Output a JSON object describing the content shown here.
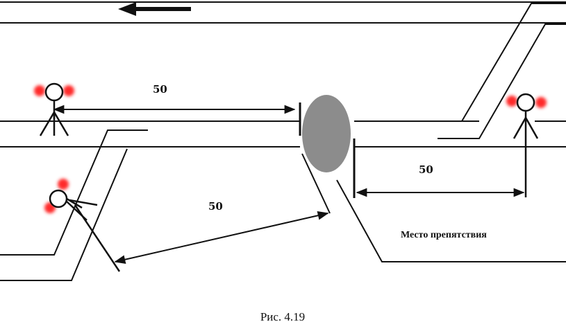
{
  "diagram": {
    "distance_left": "50",
    "distance_lower": "50",
    "distance_right": "50",
    "obstacle_label": "Место препятствия",
    "caption": "Рис. 4.19",
    "colors": {
      "line": "#111111",
      "lamp": "#ff2a2a",
      "obstacle": "#8c8c8c"
    },
    "icons": [
      "direction-arrow-icon",
      "signalman-figure-icon",
      "red-lamp-icon",
      "obstacle-icon"
    ]
  }
}
